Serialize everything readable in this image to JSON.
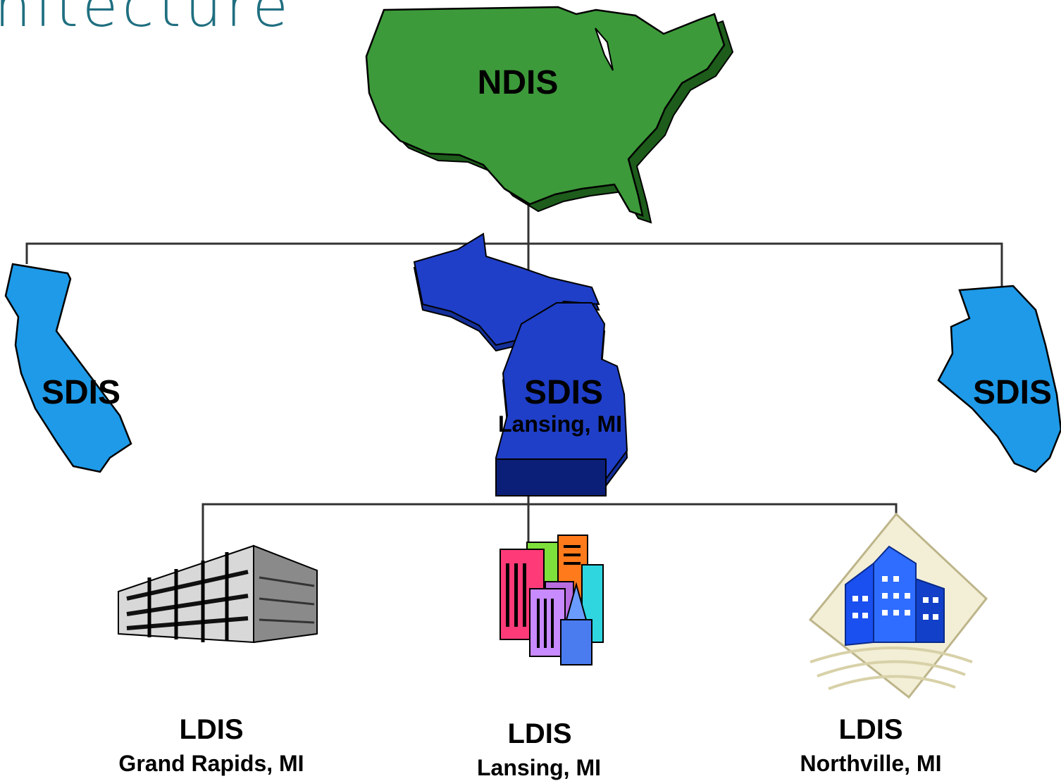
{
  "title": "hitecture",
  "national": {
    "label": "NDIS",
    "color": "#3d9a3a"
  },
  "states": [
    {
      "label": "SDIS",
      "location": "",
      "color": "#1e9ae8"
    },
    {
      "label": "SDIS",
      "location": "Lansing, MI",
      "color": "#1f3fc8"
    },
    {
      "label": "SDIS",
      "location": "",
      "color": "#1e9ae8"
    }
  ],
  "locals": [
    {
      "label": "LDIS",
      "location": "Grand Rapids, MI",
      "icon": "office-building-icon"
    },
    {
      "label": "LDIS",
      "location": "Lansing, MI",
      "icon": "city-buildings-icon"
    },
    {
      "label": "LDIS",
      "location": "Northville, MI",
      "icon": "blue-towers-icon"
    }
  ]
}
